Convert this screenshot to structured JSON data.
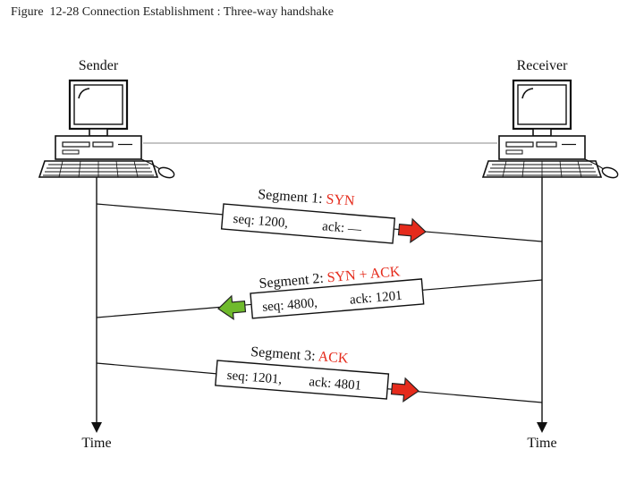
{
  "caption": "Figure  12-28 Connection Establishment : Three-way handshake",
  "hosts": {
    "sender": {
      "label": "Sender"
    },
    "receiver": {
      "label": "Receiver"
    }
  },
  "timeline": {
    "left_label": "Time",
    "right_label": "Time"
  },
  "segments": [
    {
      "title_prefix": "Segment 1: ",
      "flag": "SYN",
      "seq": "seq: 1200,",
      "ack": "ack: —",
      "direction": "sender-to-receiver",
      "arrow_color": "#e52b1c"
    },
    {
      "title_prefix": "Segment 2: ",
      "flag": "SYN + ACK",
      "seq": "seq: 4800,",
      "ack": "ack: 1201",
      "direction": "receiver-to-sender",
      "arrow_color": "#6fba2c"
    },
    {
      "title_prefix": "Segment 3: ",
      "flag": "ACK",
      "seq": "seq: 1201,",
      "ack": "ack: 4801",
      "direction": "sender-to-receiver",
      "arrow_color": "#e52b1c"
    }
  ],
  "colors": {
    "flag_text": "#e52b1c",
    "line": "#222222"
  }
}
